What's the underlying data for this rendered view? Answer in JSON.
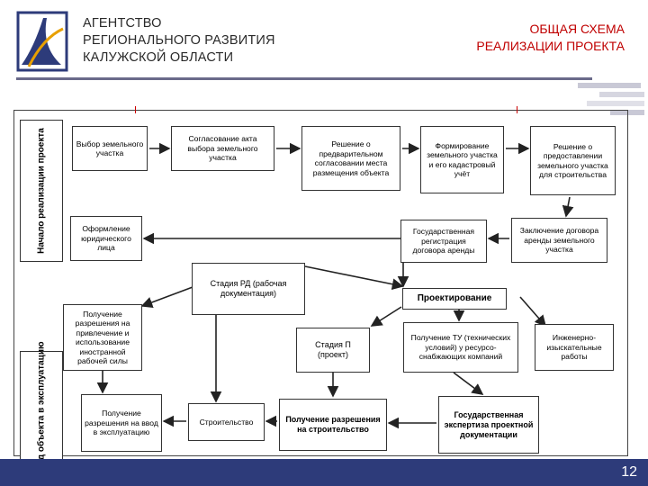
{
  "header": {
    "agency_lines": [
      "АГЕНТСТВО",
      "РЕГИОНАЛЬНОГО РАЗВИТИЯ",
      "КАЛУЖСКОЙ ОБЛАСТИ"
    ],
    "title_lines": [
      "ОБЩАЯ СХЕМА",
      "РЕАЛИЗАЦИИ ПРОЕКТА"
    ]
  },
  "side_labels": {
    "start": "Начало реализации проекта",
    "end": "Ввод объекта в эксплуатацию"
  },
  "nodes": {
    "vybor": "Выбор земельного участка",
    "soglasovanie": "Согласование акта выбора земельного участка",
    "reshenie_pred": "Решение о предварительном согласовании места размещения объекта",
    "formirovanie": "Формирование земельного участка и его кадастровый учёт",
    "reshenie_predost": "Решение о предоставлении земельного участка для строительства",
    "oformlenie": "Оформление юридического лица",
    "gos_reg": "Государственная регистрация договора аренды",
    "zaklyuchenie": "Заключение договора аренды земельного участка",
    "stadiya_rd": "Стадия РД (рабочая документация)",
    "proektirovanie": "Проектирование",
    "razresh_inostr": "Получение разрешения на привлечение и использование иностранной рабочей силы",
    "stadiya_p": "Стадия П (проект)",
    "poluchenie_tu": "Получение ТУ (технических условий) у ресурсо-снабжающих компаний",
    "inzhener": "Инженерно-изыскательные работы",
    "razresh_vvod": "Получение разрешения на ввод в эксплуатацию",
    "stroitelstvo": "Строительство",
    "razresh_stroi": "Получение разрешения на строительство",
    "gos_ekspertiza": "Государственная экспертиза проектной документации"
  },
  "page_number": "12",
  "colors": {
    "title": "#c00000",
    "bar": "#2d3b7a",
    "logo": "#2d3b7a",
    "accent": "#e8a000"
  }
}
